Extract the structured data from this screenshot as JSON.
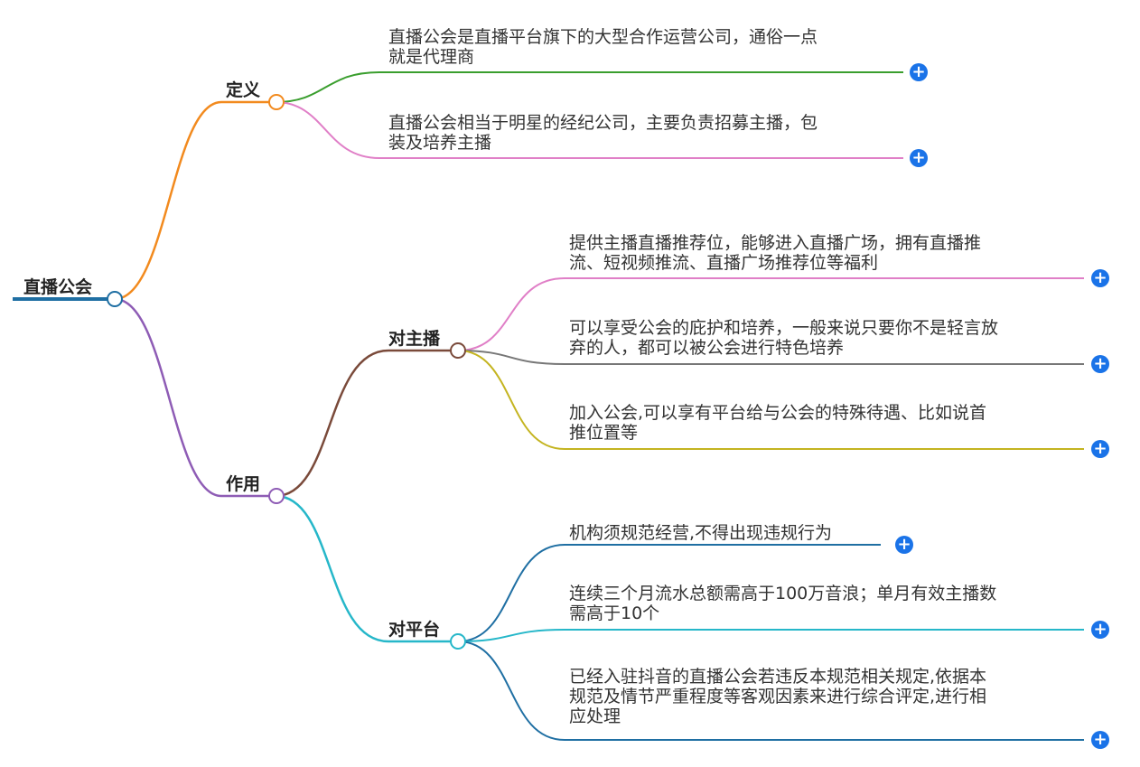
{
  "root": {
    "label": "直播公会"
  },
  "branches": {
    "definition": {
      "label": "定义",
      "leaves": [
        {
          "line1": "直播公会是直播平台旗下的大型合作运营公司，通俗一点",
          "line2": "就是代理商"
        },
        {
          "line1": "直播公会相当于明星的经纪公司，主要负责招募主播，包",
          "line2": "装及培养主播"
        }
      ]
    },
    "role": {
      "label": "作用",
      "anchors": {
        "label": "对主播",
        "leaves": [
          {
            "line1": "提供主播直播推荐位，能够进入直播广场，拥有直播推",
            "line2": "流、短视频推流、直播广场推荐位等福利"
          },
          {
            "line1": "可以享受公会的庇护和培养，一般来说只要你不是轻言放",
            "line2": "弃的人，都可以被公会进行特色培养"
          },
          {
            "line1": "加入公会,可以享有平台给与公会的特殊待遇、比如说首",
            "line2": "推位置等"
          }
        ]
      },
      "platform": {
        "label": "对平台",
        "leaves": [
          {
            "line1": "机构须规范经营,不得出现违规行为"
          },
          {
            "line1": "连续三个月流水总额需高于100万音浪；单月有效主播数",
            "line2": "需高于10个"
          },
          {
            "line1": "已经入驻抖音的直播公会若违反本规范相关规定,依据本",
            "line2": "规范及情节严重程度等客观因素来进行综合评定,进行相",
            "line3": "应处理"
          }
        ]
      }
    }
  },
  "expand_symbol": "+",
  "colors": {
    "root": "#1f6fa3",
    "definition": "#f28a1e",
    "def_leaf1": "#3a9e2e",
    "def_leaf2": "#e07fc7",
    "role": "#8e5cb5",
    "anchors": "#7a4a3a",
    "anchor_leaf1": "#e07fc7",
    "anchor_leaf2": "#777777",
    "anchor_leaf3": "#c4b420",
    "platform": "#26b7c9",
    "platform_leaf1": "#1f6fa3",
    "platform_leaf2": "#26b7c9",
    "platform_leaf3": "#1f6fa3",
    "plus": "#1a73e8"
  }
}
